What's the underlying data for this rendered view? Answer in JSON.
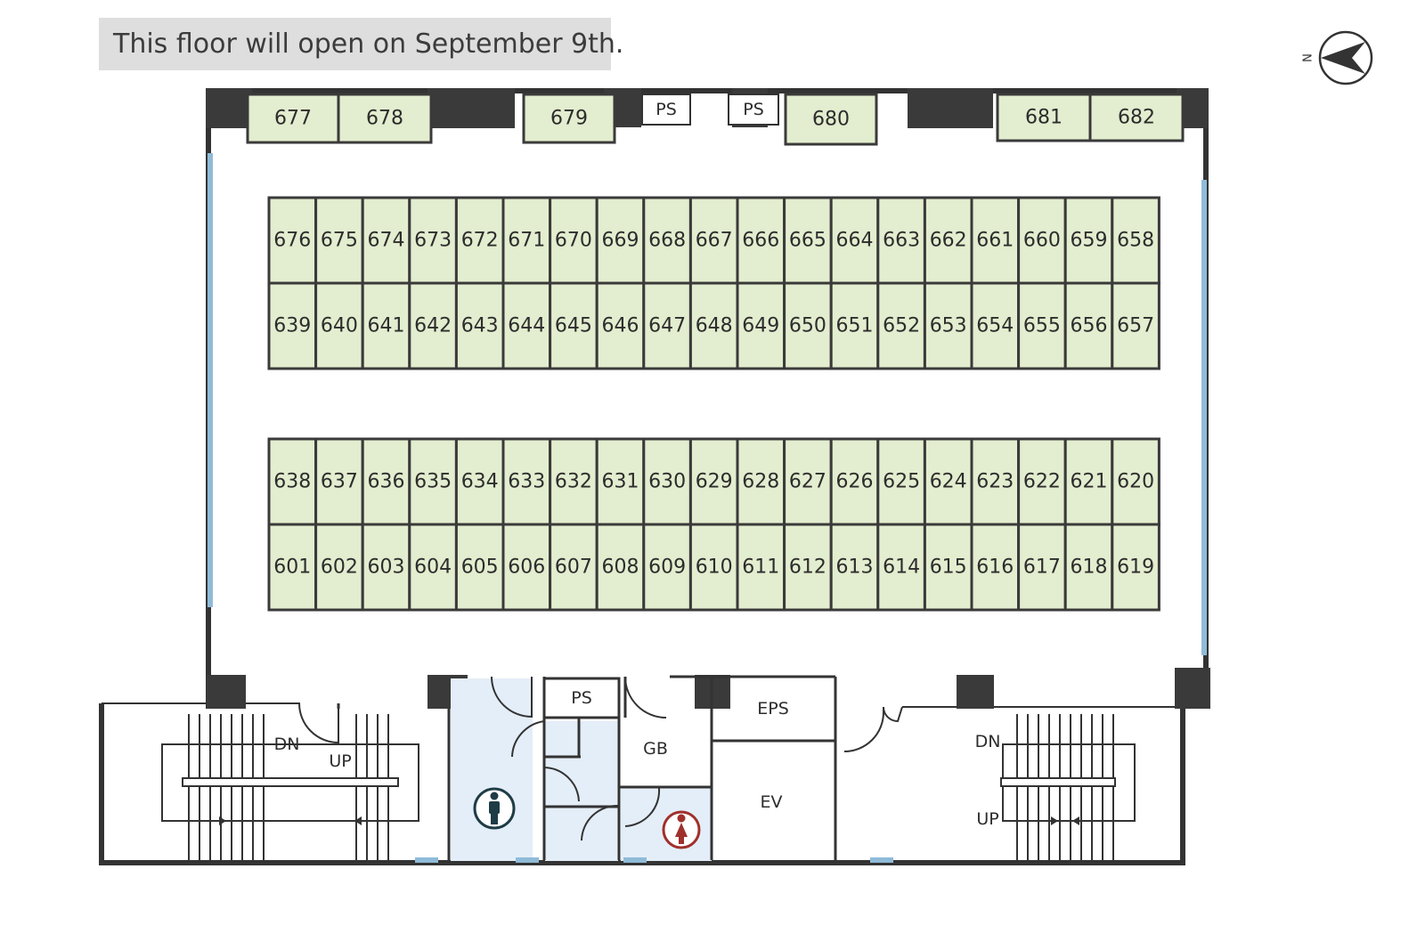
{
  "notice": "This floor will open on September 9th.",
  "compass": {
    "letter": "N"
  },
  "labels": {
    "ps_top_1": "PS",
    "ps_top_2": "PS",
    "ps_core": "PS",
    "eps": "EPS",
    "gb": "GB",
    "ev": "EV",
    "dn_left": "DN",
    "up_left": "UP",
    "dn_right": "DN",
    "up_right": "UP"
  },
  "colors": {
    "unit_fill": "#e3edcf",
    "restroom_fill": "#e4eef8",
    "men_icon": "#1e3c46",
    "women_icon": "#a0302c",
    "window": "#8fbbd8"
  },
  "icons": {
    "mens_restroom": "mens-restroom-icon",
    "womens_restroom": "womens-restroom-icon",
    "compass": "north-arrow-icon"
  },
  "units": {
    "top_wall": [
      "677",
      "678",
      "679",
      "680",
      "681",
      "682"
    ],
    "row_a": [
      "676",
      "675",
      "674",
      "673",
      "672",
      "671",
      "670",
      "669",
      "668",
      "667",
      "666",
      "665",
      "664",
      "663",
      "662",
      "661",
      "660",
      "659",
      "658"
    ],
    "row_b": [
      "639",
      "640",
      "641",
      "642",
      "643",
      "644",
      "645",
      "646",
      "647",
      "648",
      "649",
      "650",
      "651",
      "652",
      "653",
      "654",
      "655",
      "656",
      "657"
    ],
    "row_c": [
      "638",
      "637",
      "636",
      "635",
      "634",
      "633",
      "632",
      "631",
      "630",
      "629",
      "628",
      "627",
      "626",
      "625",
      "624",
      "623",
      "622",
      "621",
      "620"
    ],
    "row_d": [
      "601",
      "602",
      "603",
      "604",
      "605",
      "606",
      "607",
      "608",
      "609",
      "610",
      "611",
      "612",
      "613",
      "614",
      "615",
      "616",
      "617",
      "618",
      "619"
    ]
  }
}
